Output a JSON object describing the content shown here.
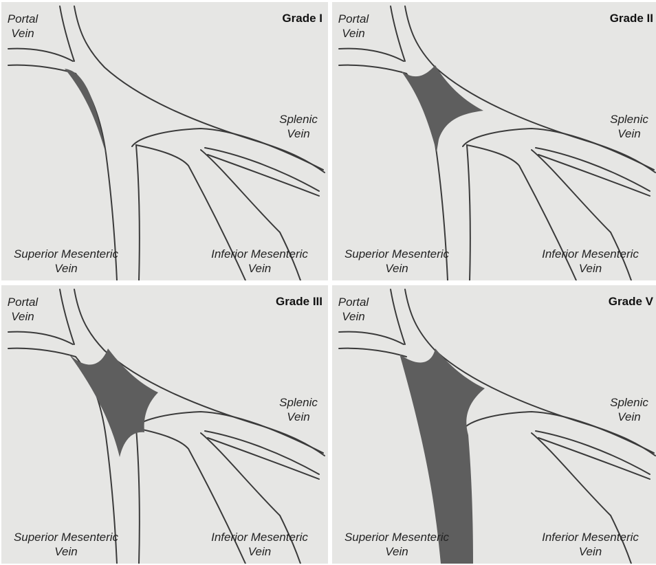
{
  "panels": [
    {
      "grade": "Grade I",
      "labels": {
        "portal": [
          "Portal",
          "Vein"
        ],
        "splenic": [
          "Splenic",
          "Vein"
        ],
        "superior": [
          "Superior Mesenteric",
          "Vein"
        ],
        "inferior": [
          "Inferior Mesenteric",
          "Vein"
        ]
      }
    },
    {
      "grade": "Grade II",
      "labels": {
        "portal": [
          "Portal",
          "Vein"
        ],
        "splenic": [
          "Splenic",
          "Vein"
        ],
        "superior": [
          "Superior Mesenteric",
          "Vein"
        ],
        "inferior": [
          "Inferior Mesenteric",
          "Vein"
        ]
      }
    },
    {
      "grade": "Grade III",
      "labels": {
        "portal": [
          "Portal",
          "Vein"
        ],
        "splenic": [
          "Splenic",
          "Vein"
        ],
        "superior": [
          "Superior Mesenteric",
          "Vein"
        ],
        "inferior": [
          "Inferior Mesenteric",
          "Vein"
        ]
      }
    },
    {
      "grade": "Grade V",
      "labels": {
        "portal": [
          "Portal",
          "Vein"
        ],
        "splenic": [
          "Splenic",
          "Vein"
        ],
        "superior": [
          "Superior Mesenteric",
          "Vein"
        ],
        "inferior": [
          "Inferior Mesenteric",
          "Vein"
        ]
      }
    }
  ],
  "colors": {
    "paper": "#e6e6e4",
    "stroke": "#3a3a3a",
    "thrombus": "#5e5e5e"
  }
}
